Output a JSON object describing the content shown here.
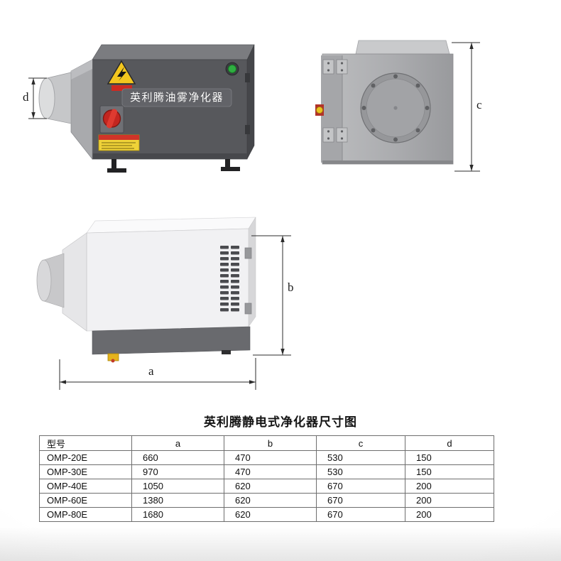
{
  "page": {
    "title": "英利腾静电式净化器尺寸图"
  },
  "diagram": {
    "device_nameplate": "英利腾油雾净化器",
    "dimension_labels": {
      "a": "a",
      "b": "b",
      "c": "c",
      "d": "d"
    }
  },
  "icons": {
    "warning_triangle": "⚠"
  },
  "colors": {
    "warning_yellow": "#f3c61e",
    "alert_red": "#cd2a21",
    "button_green": "#2fae41",
    "body_dark_gray": "#57585c",
    "body_light_gray": "#aaabae",
    "dimension_line": "#2b2b2b"
  },
  "table": {
    "headers": [
      "型号",
      "a",
      "b",
      "c",
      "d"
    ],
    "rows": [
      [
        "OMP-20E",
        "660",
        "470",
        "530",
        "150"
      ],
      [
        "OMP-30E",
        "970",
        "470",
        "530",
        "150"
      ],
      [
        "OMP-40E",
        "1050",
        "620",
        "670",
        "200"
      ],
      [
        "OMP-60E",
        "1380",
        "620",
        "670",
        "200"
      ],
      [
        "OMP-80E",
        "1680",
        "620",
        "670",
        "200"
      ]
    ]
  }
}
